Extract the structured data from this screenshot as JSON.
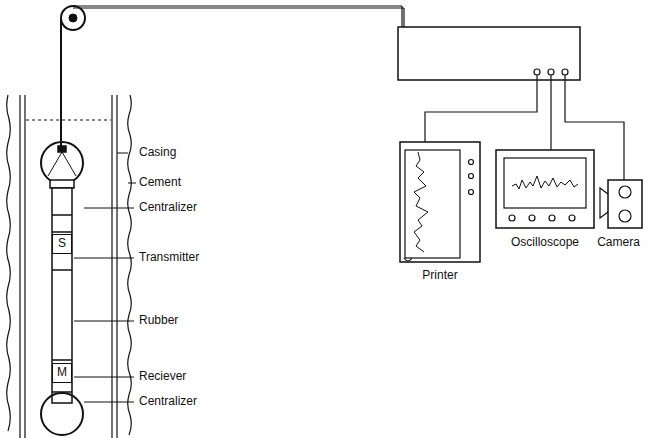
{
  "diagram": {
    "nodes": [
      {
        "text": [
          "S"
        ]
      },
      {
        "text": [
          "M"
        ]
      },
      {
        "text": [
          "Printer"
        ]
      },
      {
        "text": [
          "Oscilloscope"
        ]
      },
      {
        "text": [
          "Camera"
        ]
      }
    ],
    "labels": [
      "Casing",
      "Cement",
      "Centralizer",
      "Transmitter",
      "Rubber",
      "Reciever",
      "Centralizer"
    ]
  }
}
